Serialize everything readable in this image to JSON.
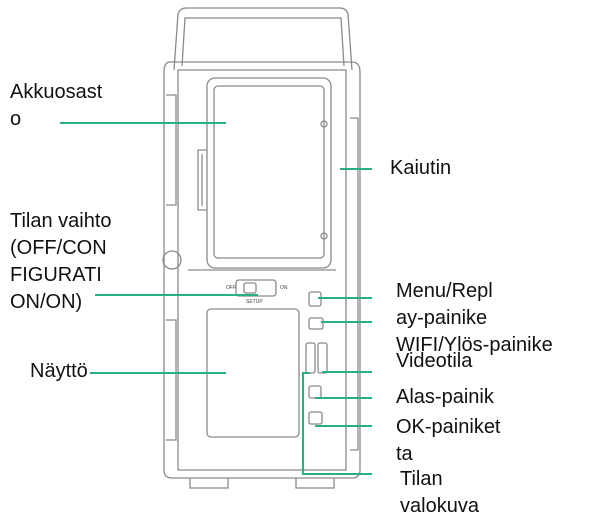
{
  "labels": {
    "battery": "Akkuosast\no",
    "mode_switch": "Tilan vaihto\n(OFF/CON\nFIGURATI\nON/ON)",
    "screen": "Näyttö",
    "speaker": "Kaiutin",
    "menu_replay": "Menu/Repl\nay-painike",
    "wifi_up": "WIFI/Ylös-painike",
    "video_mode": "Videotila",
    "down": "Alas-painik",
    "ok": "OK-painiket\nta",
    "photo_mode": "Tilan\nvalokuva"
  },
  "switch_marks": {
    "off": "OFF",
    "on": "ON",
    "setup": "SETUP"
  },
  "colors": {
    "leader_line": "#2ab07f",
    "outline": "#8a8a8a",
    "text": "#111111"
  }
}
